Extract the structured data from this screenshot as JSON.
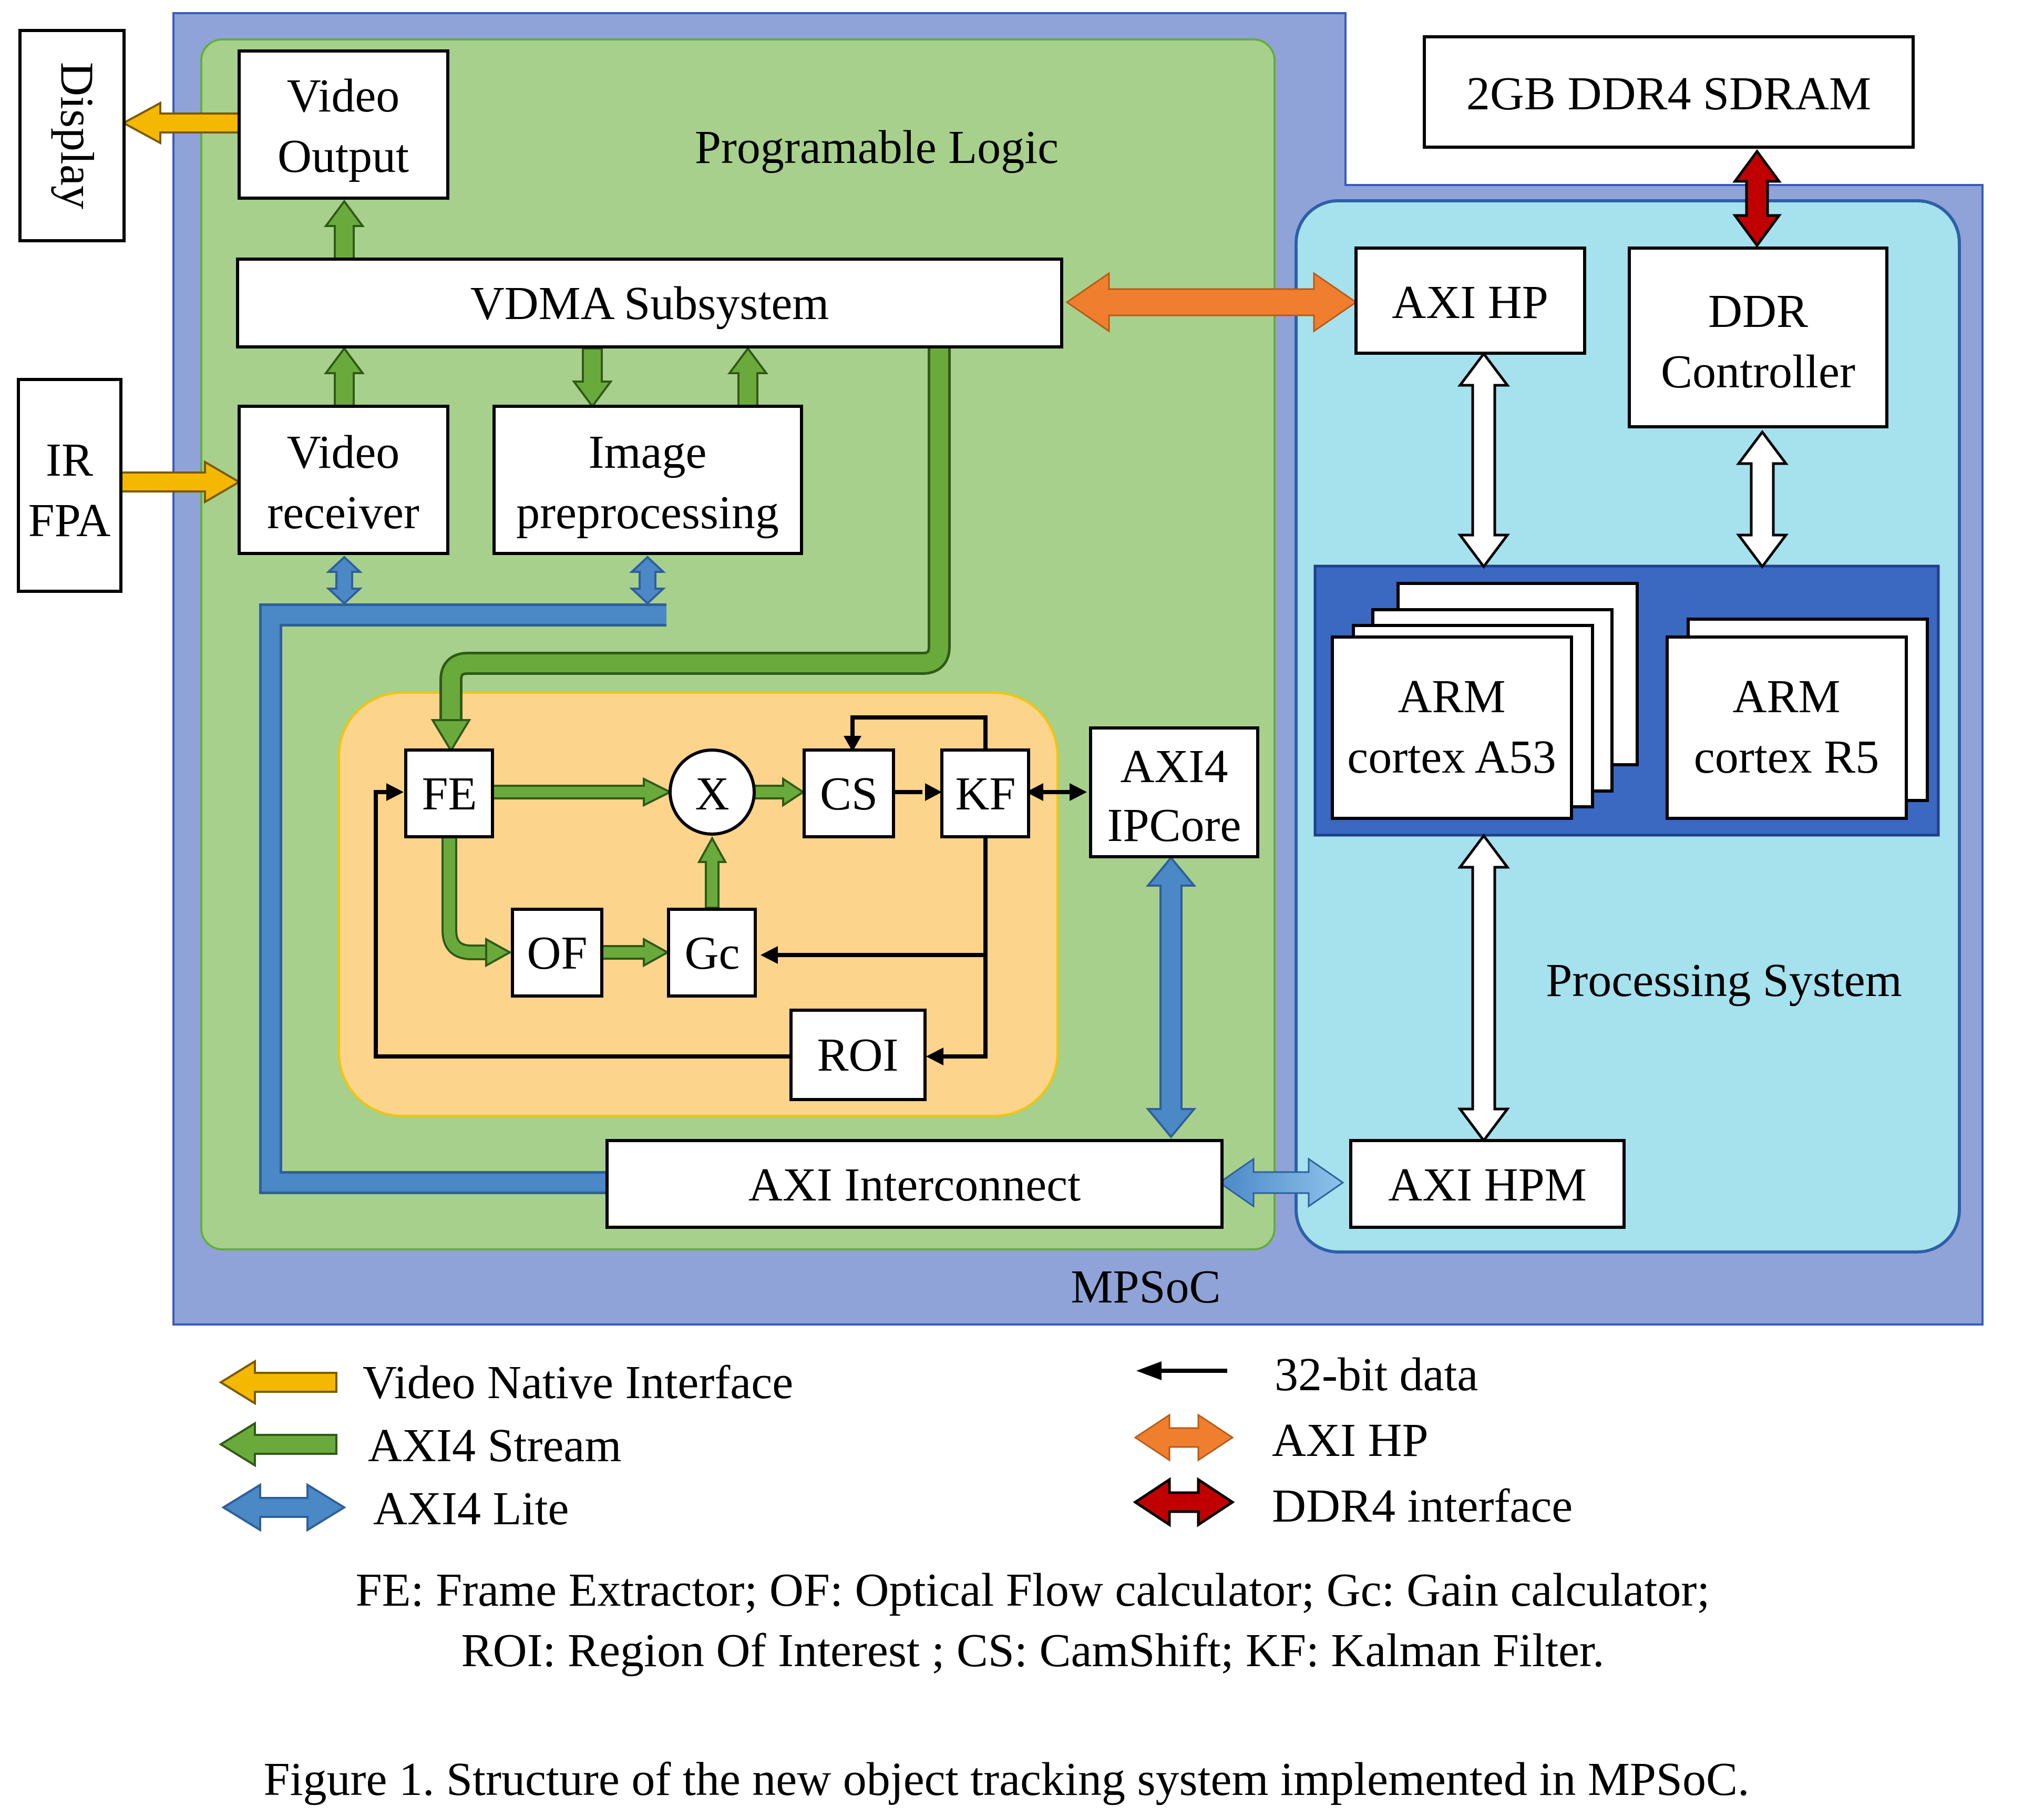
{
  "colors": {
    "mpsoc_bg": "#8fa3d8",
    "pl_bg": "#a7d08c",
    "ps_bg": "#a6e1ee",
    "tracker_bg": "#fdd48c",
    "cpu_cluster_bg": "#3b68c0",
    "video_native": "#f5b800",
    "axi4_stream": "#6aaa3c",
    "axi4_lite": "#4a88c6",
    "axi_hp": "#ef7f2e",
    "ddr4": "#c00000",
    "data32": "#000000"
  },
  "regions": {
    "mpsoc": "MPSoC",
    "programmable_logic": "Programable Logic",
    "processing_system": "Processing System"
  },
  "blocks": {
    "display": "Display",
    "ir_fpa": [
      "IR",
      "FPA"
    ],
    "video_output": [
      "Video",
      "Output"
    ],
    "vdma": "VDMA Subsystem",
    "video_receiver": [
      "Video",
      "receiver"
    ],
    "image_preprocessing": [
      "Image",
      "preprocessing"
    ],
    "fe": "FE",
    "multiplier": "X",
    "cs": "CS",
    "kf": "KF",
    "of": "OF",
    "gc": "Gc",
    "roi": "ROI",
    "axi4_ipcore": [
      "AXI4",
      "IPCore"
    ],
    "axi_interconnect": "AXI Interconnect",
    "ddr_sdram": "2GB DDR4 SDRAM",
    "axi_hp": "AXI HP",
    "ddr_controller": [
      "DDR",
      "Controller"
    ],
    "arm_a53": [
      "ARM",
      "cortex A53"
    ],
    "arm_r5": [
      "ARM",
      "cortex R5"
    ],
    "axi_hpm": "AXI HPM"
  },
  "legend": {
    "video_native": "Video Native Interface",
    "axi4_stream": "AXI4 Stream",
    "axi4_lite": "AXI4 Lite",
    "data32": "32-bit data",
    "axi_hp": "AXI HP",
    "ddr4": "DDR4 interface"
  },
  "notes": [
    "FE: Frame Extractor; OF: Optical Flow calculator; Gc: Gain calculator;",
    "ROI: Region Of  Interest ; CS: CamShift; KF: Kalman Filter."
  ],
  "caption": "Figure 1. Structure of the new object tracking system implemented in MPSoC."
}
